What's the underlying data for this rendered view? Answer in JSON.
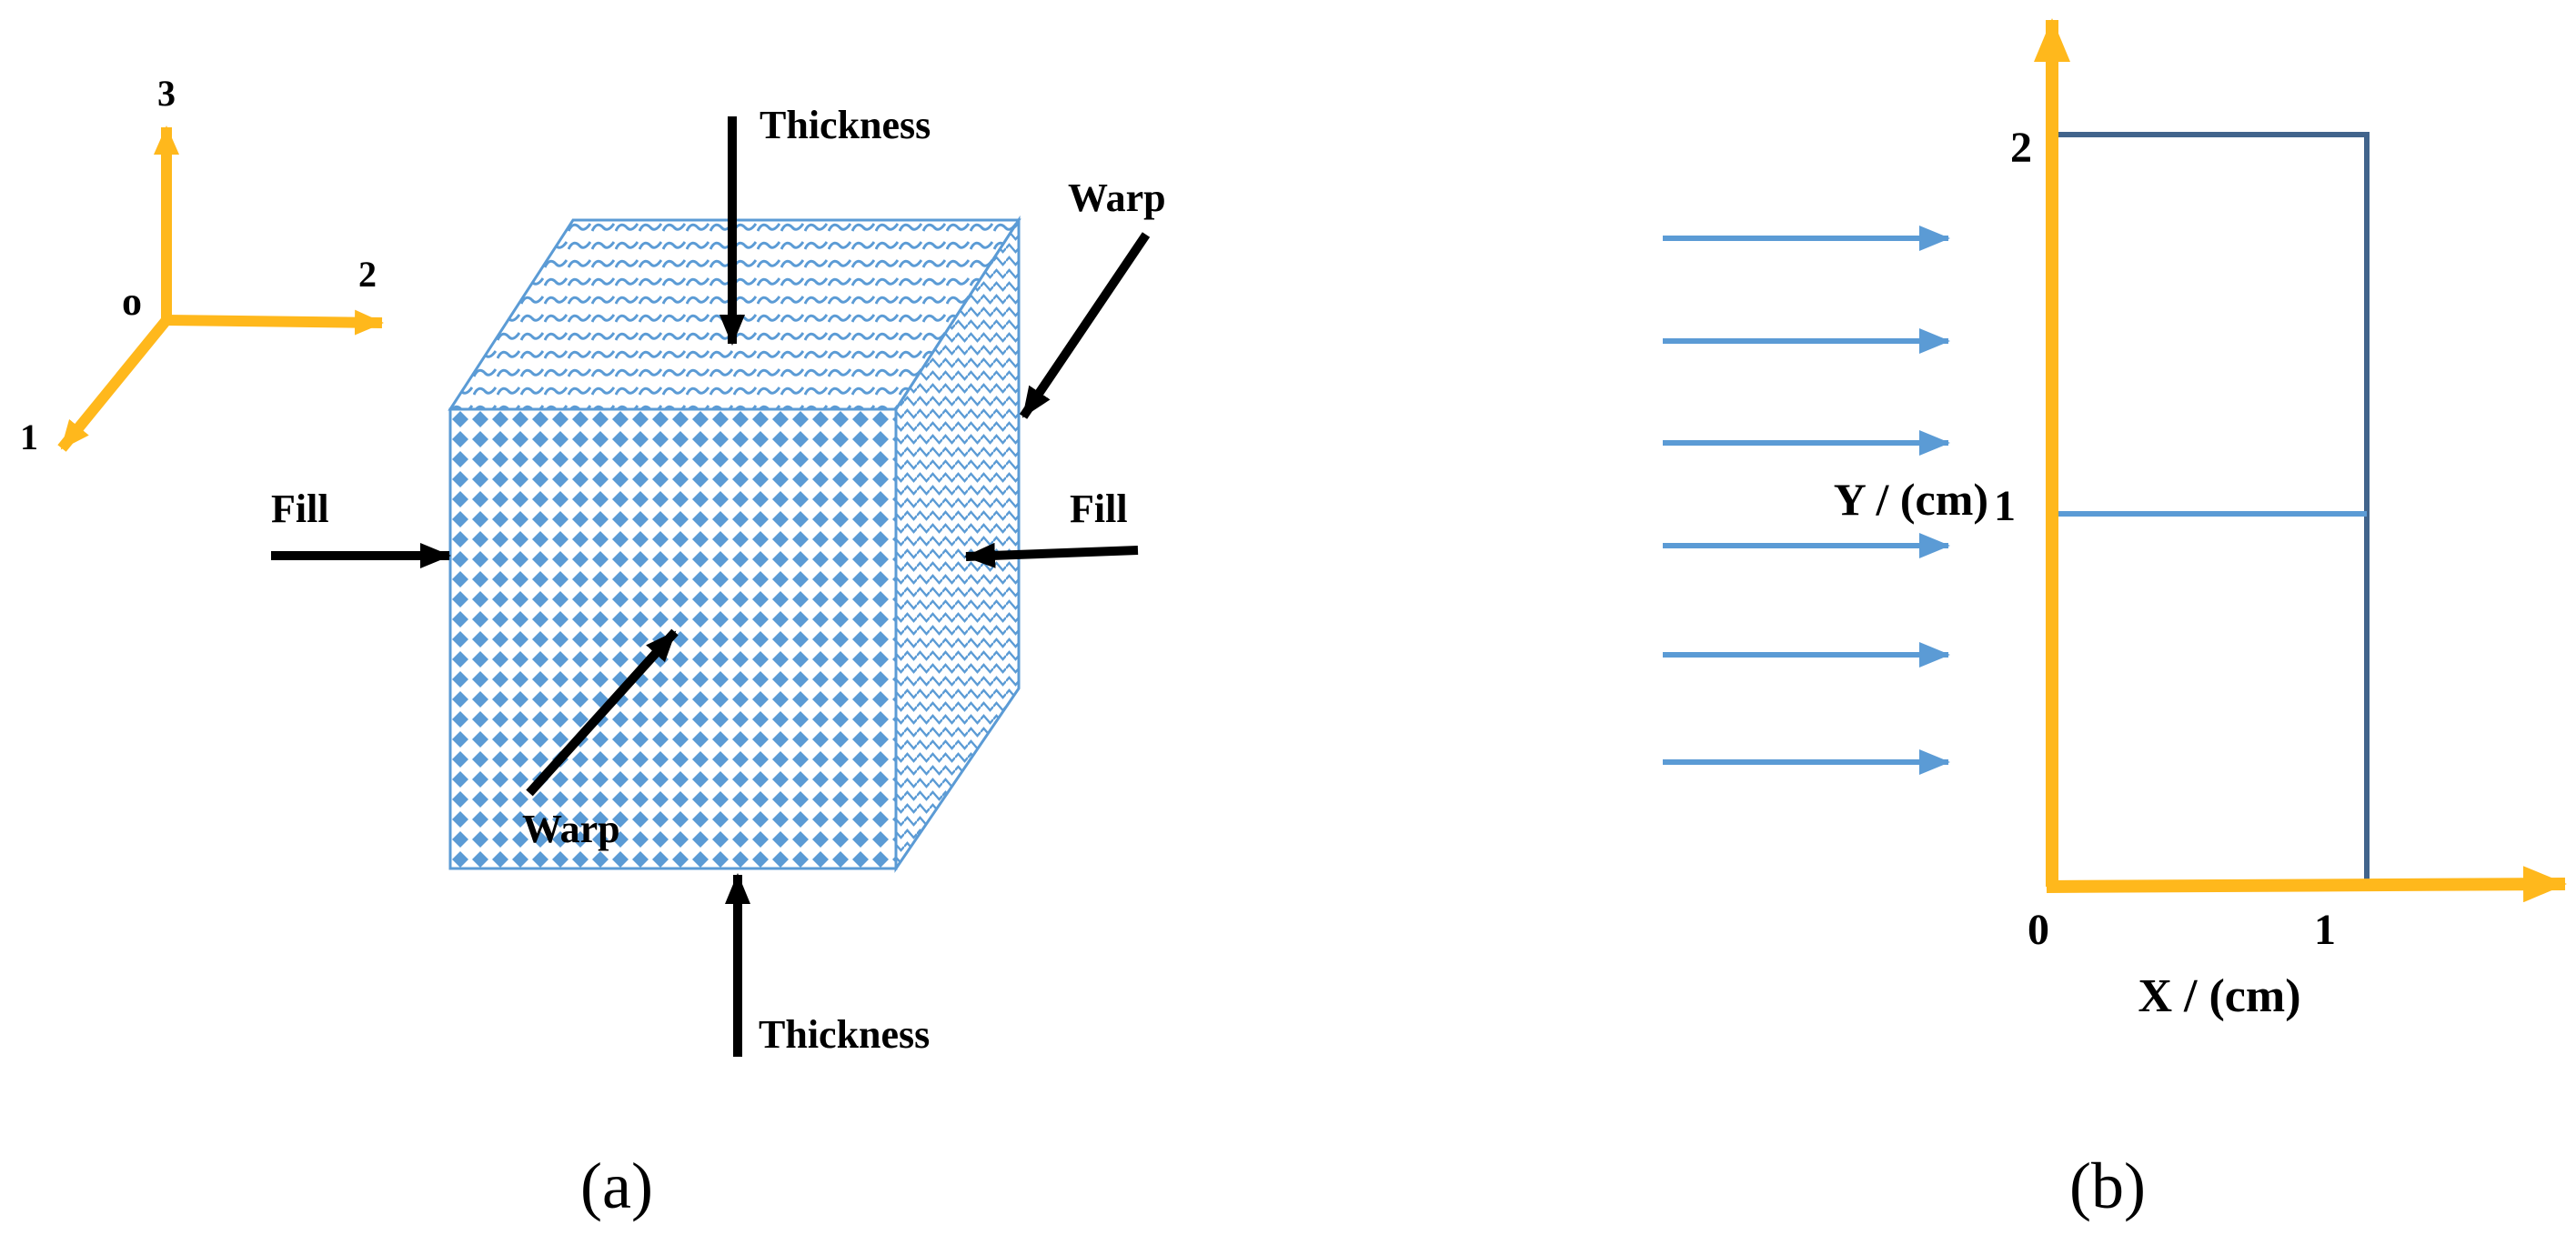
{
  "panel_a": {
    "axes": {
      "x": "1",
      "y": "2",
      "z": "3",
      "origin": "o"
    },
    "labels": {
      "thickness_top": "Thickness",
      "thickness_bottom": "Thickness",
      "warp_right": "Warp",
      "warp_front": "Warp",
      "fill_left": "Fill",
      "fill_right": "Fill"
    },
    "caption": "(a)"
  },
  "panel_b": {
    "y_tick_2": "2",
    "y_tick_1": "1",
    "y_axis_label": "Y  /  (cm)",
    "x_tick_0": "0",
    "x_tick_1": "1",
    "x_axis_label": "X  /  (cm)",
    "caption": "(b)"
  },
  "colors": {
    "axis": "#FFB81C",
    "fabric": "#5B9BD5",
    "box": "#41648C",
    "arrow": "#000000"
  }
}
